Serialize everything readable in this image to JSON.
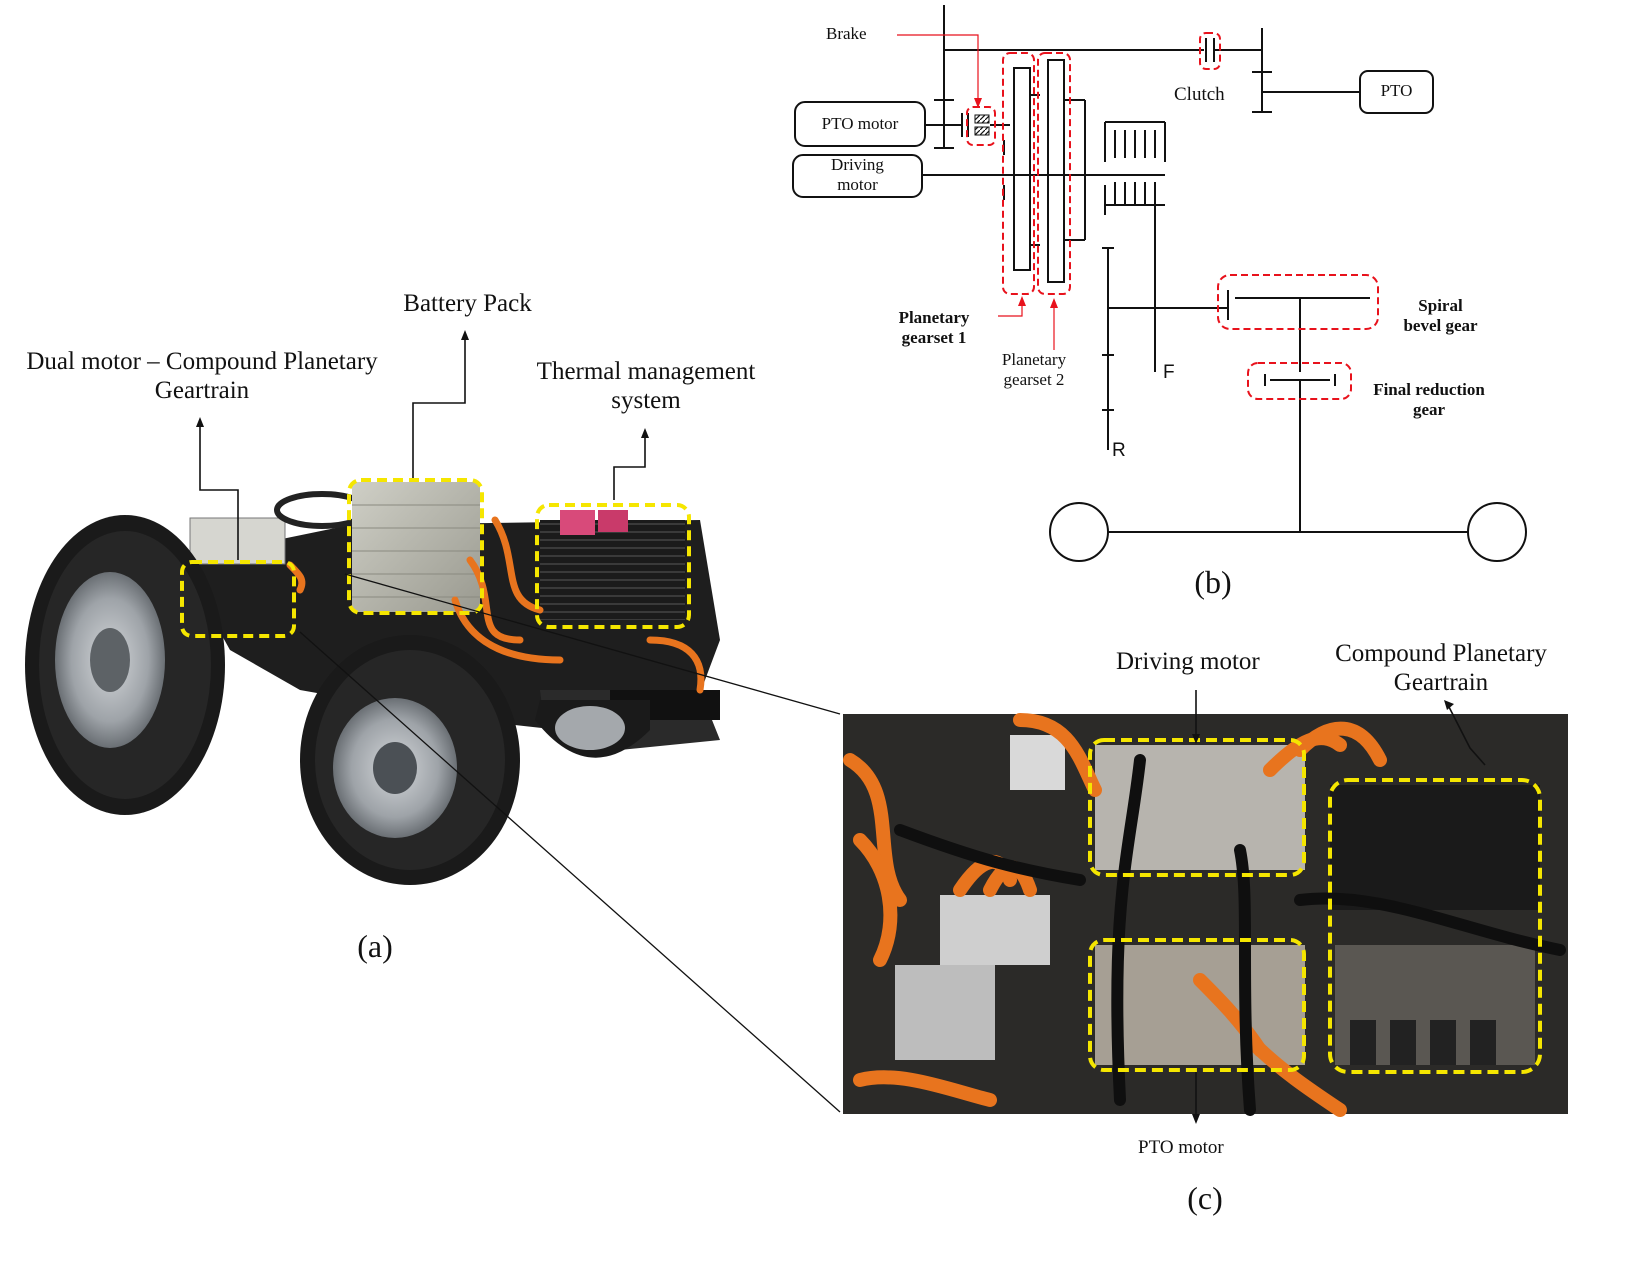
{
  "panel_a": {
    "caption": "(a)",
    "labels": {
      "dual_motor_line1": "Dual motor – Compound Planetary",
      "dual_motor_line2": "Geartrain",
      "battery_pack": "Battery Pack",
      "thermal_line1": "Thermal management",
      "thermal_line2": "system"
    }
  },
  "panel_b": {
    "caption": "(b)",
    "labels": {
      "brake": "Brake",
      "clutch": "Clutch",
      "pto": "PTO",
      "pto_motor": "PTO motor",
      "driving_motor_line1": "Driving",
      "driving_motor_line2": "motor",
      "planetary_1_line1": "Planetary",
      "planetary_1_line2": "gearset 1",
      "planetary_2_line1": "Planetary",
      "planetary_2_line2": "gearset 2",
      "spiral_line1": "Spiral",
      "spiral_line2": "bevel gear",
      "final_line1": "Final reduction",
      "final_line2": "gear",
      "forward": "F",
      "reverse": "R"
    }
  },
  "panel_c": {
    "caption": "(c)",
    "labels": {
      "driving_motor": "Driving motor",
      "compound_line1": "Compound Planetary",
      "compound_line2": "Geartrain",
      "pto_motor": "PTO motor"
    }
  },
  "colors": {
    "highlight_yellow": "#f5e600",
    "highlight_red": "#e8121c",
    "cable_orange": "#e8741e",
    "line": "#111111"
  }
}
